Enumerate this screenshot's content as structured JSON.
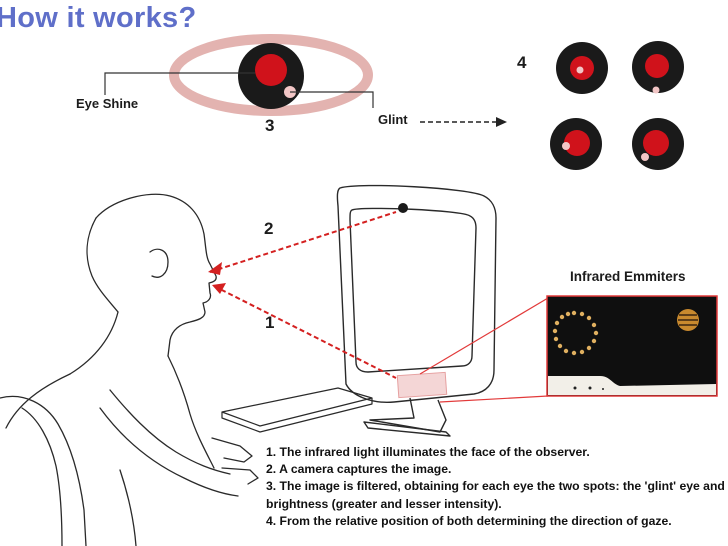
{
  "title": "How it works?",
  "labels": {
    "eye_shine": "Eye Shine",
    "glint": "Glint",
    "step_3_marker": "3",
    "step_4_marker": "4",
    "step_2_marker": "2",
    "step_1_marker": "1",
    "infrared_emitters": "Infrared Emmiters"
  },
  "steps": [
    "1. The infrared light illuminates the face of the observer.",
    "2. A camera captures the image.",
    "3. The image is filtered, obtaining for each eye the two spots: the 'glint' eye and brightness (greater and lesser intensity).",
    "4. From the relative position of both determining the direction of gaze."
  ],
  "colors": {
    "title": "#5f6fc9",
    "pupil": "#d0121b",
    "iris": "#1a1a1a",
    "eye_outline": "#e3b3b0",
    "glint": "#f2c6c6",
    "ray": "#d42020",
    "callout": "#e23a3a"
  }
}
